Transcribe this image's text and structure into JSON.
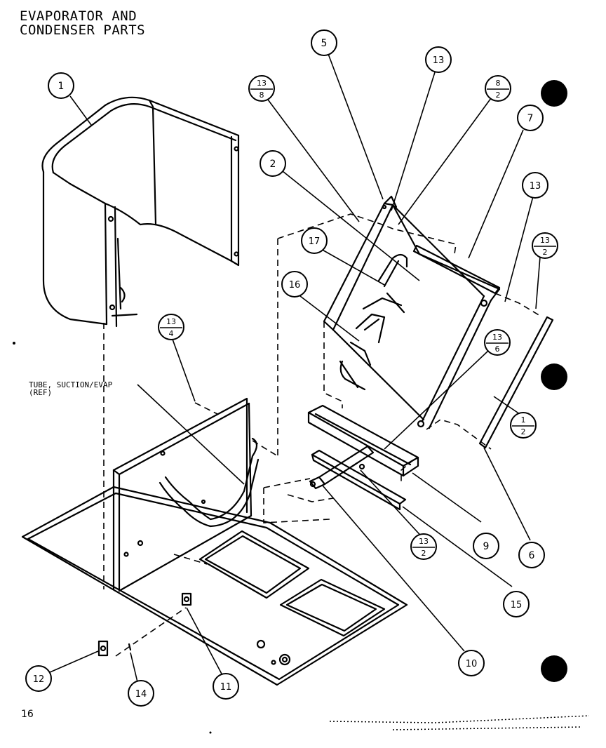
{
  "title": {
    "line1": "EVAPORATOR AND",
    "line2": "CONDENSER PARTS"
  },
  "annotation": {
    "line1": "TUBE, SUCTION/EVAP",
    "line2": "(REF)"
  },
  "page_number": "16",
  "callouts": {
    "c1": "1",
    "c2": "2",
    "c5": "5",
    "c6": "6",
    "c7": "7",
    "c9": "9",
    "c10": "10",
    "c11": "11",
    "c12": "12",
    "c13a": "13",
    "c13b": "13",
    "c14": "14",
    "c15": "15",
    "c16": "16",
    "c17": "17"
  },
  "fractions": {
    "f13_8": {
      "top": "13",
      "bottom": "8"
    },
    "f8_2": {
      "top": "8",
      "bottom": "2"
    },
    "f13_2a": {
      "top": "13",
      "bottom": "2"
    },
    "f13_4": {
      "top": "13",
      "bottom": "4"
    },
    "f13_6": {
      "top": "13",
      "bottom": "6"
    },
    "f1_2": {
      "top": "1",
      "bottom": "2"
    },
    "f13_2b": {
      "top": "13",
      "bottom": "2"
    }
  }
}
